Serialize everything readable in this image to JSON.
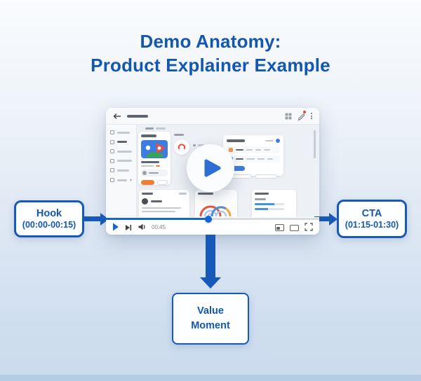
{
  "title": {
    "line1": "Demo Anatomy:",
    "line2": "Product Explainer Example"
  },
  "diagram": {
    "hook": {
      "label": "Hook",
      "timecode": "(00:00-00:15)"
    },
    "cta": {
      "label": "CTA",
      "timecode": "(01:15-01:30)"
    },
    "value_moment": {
      "line1": "Value",
      "line2": "Moment"
    }
  },
  "player": {
    "current_time": "00:45",
    "progress_percent": 48,
    "controls": [
      "play",
      "skip-next",
      "volume",
      "picture-in-picture",
      "theater-mode",
      "fullscreen"
    ]
  },
  "icons": {
    "back": "arrow-left",
    "apps": "grid-2x2",
    "edit": "pen-with-notification-dot",
    "menu": "kebab-vertical",
    "play_overlay": "play-triangle",
    "play": "play-triangle",
    "next": "skip-next",
    "volume": "speaker",
    "pip": "picture-in-picture",
    "theater": "theater-mode",
    "fullscreen": "fullscreen-corners"
  },
  "colors": {
    "accent_blue": "#1659B8",
    "text_blue": "#1457AF",
    "progress_blue": "#1565D8",
    "control_gray": "#5F6368",
    "button_orange": "#EF7D33",
    "logo_blue": "#3D7CE0",
    "logo_red": "#E8503C",
    "logo_green": "#35A554",
    "arc_red": "#E8543F",
    "arc_orange": "#F2A33C",
    "arc_blue": "#4B8FE2",
    "arc_lightblue": "#A9C9F2",
    "bg_top": "#F9FBFD",
    "bg_bottom": "#CBDBED",
    "footer_strip": "#B5CCE5"
  }
}
